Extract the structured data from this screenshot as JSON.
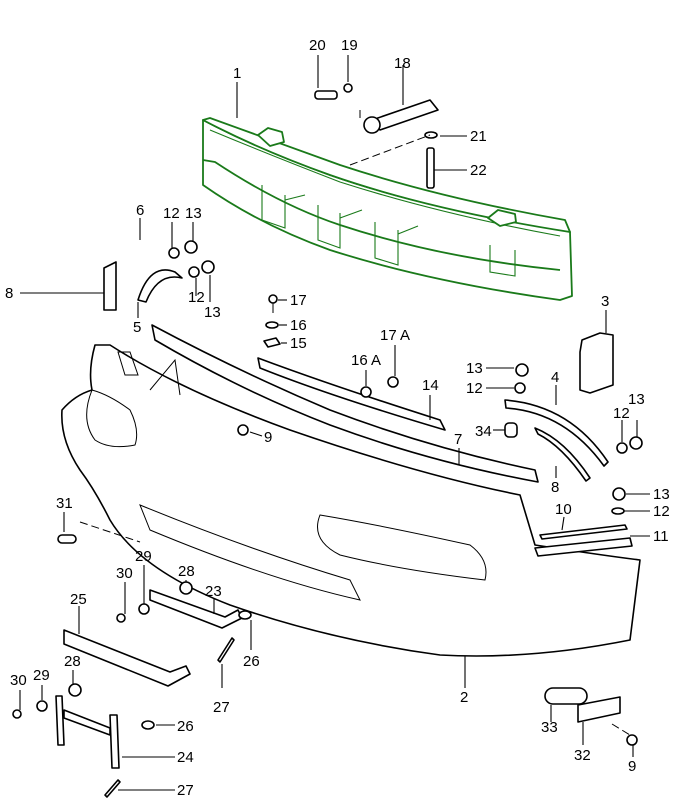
{
  "diagram": {
    "title": "Front bumper assembly exploded view",
    "accent_color": "#1a7a1a",
    "callouts": [
      {
        "id": "c1",
        "label": "1"
      },
      {
        "id": "c2",
        "label": "2"
      },
      {
        "id": "c3",
        "label": "3"
      },
      {
        "id": "c4",
        "label": "4"
      },
      {
        "id": "c5",
        "label": "5"
      },
      {
        "id": "c6",
        "label": "6"
      },
      {
        "id": "c7",
        "label": "7"
      },
      {
        "id": "c8a",
        "label": "8"
      },
      {
        "id": "c8b",
        "label": "8"
      },
      {
        "id": "c9a",
        "label": "9"
      },
      {
        "id": "c9b",
        "label": "9"
      },
      {
        "id": "c10",
        "label": "10"
      },
      {
        "id": "c11",
        "label": "11"
      },
      {
        "id": "c12a",
        "label": "12"
      },
      {
        "id": "c12b",
        "label": "12"
      },
      {
        "id": "c12c",
        "label": "12"
      },
      {
        "id": "c12d",
        "label": "12"
      },
      {
        "id": "c12e",
        "label": "12"
      },
      {
        "id": "c13a",
        "label": "13"
      },
      {
        "id": "c13b",
        "label": "13"
      },
      {
        "id": "c13c",
        "label": "13"
      },
      {
        "id": "c13d",
        "label": "13"
      },
      {
        "id": "c13e",
        "label": "13"
      },
      {
        "id": "c14",
        "label": "14"
      },
      {
        "id": "c15",
        "label": "15"
      },
      {
        "id": "c16",
        "label": "16"
      },
      {
        "id": "c16a",
        "label": "16 A"
      },
      {
        "id": "c17",
        "label": "17"
      },
      {
        "id": "c17a",
        "label": "17 A"
      },
      {
        "id": "c18",
        "label": "18"
      },
      {
        "id": "c19",
        "label": "19"
      },
      {
        "id": "c20",
        "label": "20"
      },
      {
        "id": "c21",
        "label": "21"
      },
      {
        "id": "c22",
        "label": "22"
      },
      {
        "id": "c23",
        "label": "23"
      },
      {
        "id": "c24",
        "label": "24"
      },
      {
        "id": "c25",
        "label": "25"
      },
      {
        "id": "c26a",
        "label": "26"
      },
      {
        "id": "c26b",
        "label": "26"
      },
      {
        "id": "c27a",
        "label": "27"
      },
      {
        "id": "c27b",
        "label": "27"
      },
      {
        "id": "c28a",
        "label": "28"
      },
      {
        "id": "c28b",
        "label": "28"
      },
      {
        "id": "c29a",
        "label": "29"
      },
      {
        "id": "c29b",
        "label": "29"
      },
      {
        "id": "c30a",
        "label": "30"
      },
      {
        "id": "c30b",
        "label": "30"
      },
      {
        "id": "c31",
        "label": "31"
      },
      {
        "id": "c32",
        "label": "32"
      },
      {
        "id": "c33",
        "label": "33"
      },
      {
        "id": "c34",
        "label": "34"
      }
    ]
  }
}
